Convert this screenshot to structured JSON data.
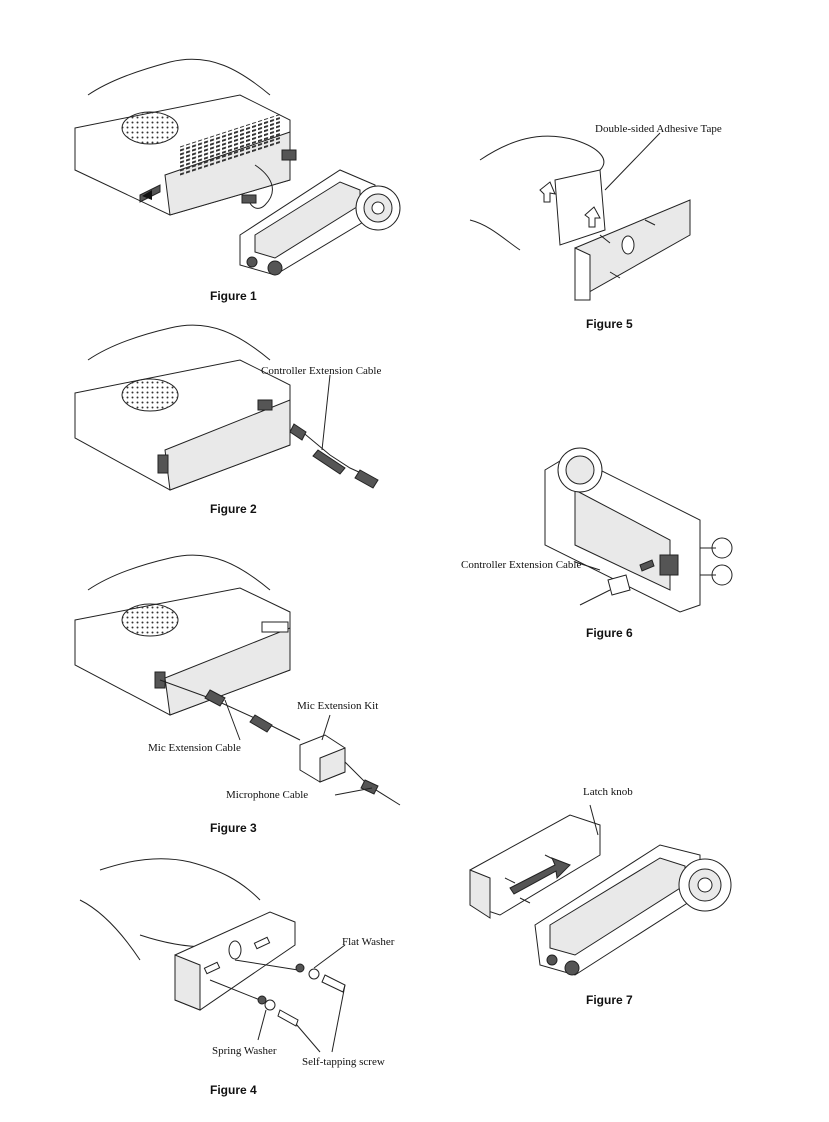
{
  "figures": {
    "fig1": {
      "caption": "Figure 1"
    },
    "fig2": {
      "caption": "Figure 2",
      "label_cable": "Controller Extension Cable"
    },
    "fig3": {
      "caption": "Figure 3",
      "label_kit": "Mic Extension Kit",
      "label_ext_cable": "Mic Extension Cable",
      "label_mic_cable": "Microphone Cable"
    },
    "fig4": {
      "caption": "Figure 4",
      "label_flat_washer": "Flat Washer",
      "label_spring_washer": "Spring Washer",
      "label_screw": "Self-tapping screw"
    },
    "fig5": {
      "caption": "Figure 5",
      "label_tape": "Double-sided Adhesive Tape"
    },
    "fig6": {
      "caption": "Figure 6",
      "label_cable": "Controller Extension Cable"
    },
    "fig7": {
      "caption": "Figure 7",
      "label_latch": "Latch knob"
    }
  }
}
